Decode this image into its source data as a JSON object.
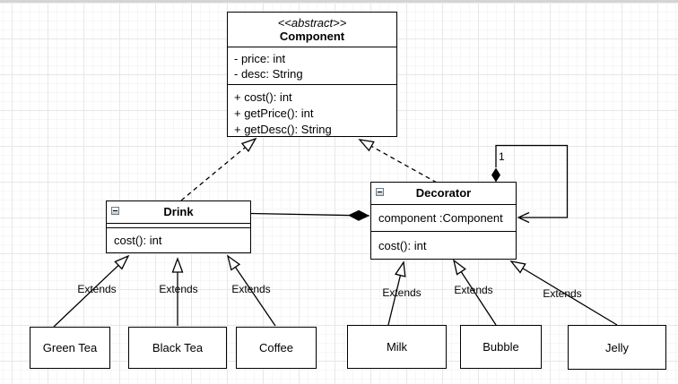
{
  "classes": {
    "component": {
      "stereotype": "<<abstract>>",
      "name": "Component",
      "attributes": [
        "- price: int",
        "- desc: String"
      ],
      "methods": [
        "+ cost(): int",
        "+ getPrice(): int",
        "+ getDesc(): String"
      ]
    },
    "drink": {
      "name": "Drink",
      "attributes": [],
      "methods": [
        "cost(): int"
      ]
    },
    "decorator": {
      "name": "Decorator",
      "attributes": [
        "component :Component"
      ],
      "methods": [
        "cost(): int"
      ]
    }
  },
  "concrete_classes": [
    "Green Tea",
    "Black Tea",
    "Coffee",
    "Milk",
    "Bubble",
    "Jelly"
  ],
  "edge_labels": {
    "extends": "Extends",
    "multiplicity": "1"
  },
  "relationships": [
    {
      "from": "Drink",
      "to": "Component",
      "type": "realization"
    },
    {
      "from": "Decorator",
      "to": "Component",
      "type": "realization"
    },
    {
      "from": "Drink",
      "to": "Decorator",
      "type": "composition"
    },
    {
      "from": "Decorator",
      "to": "Decorator",
      "type": "self-composition",
      "multiplicity": "1"
    },
    {
      "from": "Green Tea",
      "to": "Drink",
      "type": "generalization",
      "label": "Extends"
    },
    {
      "from": "Black Tea",
      "to": "Drink",
      "type": "generalization",
      "label": "Extends"
    },
    {
      "from": "Coffee",
      "to": "Drink",
      "type": "generalization",
      "label": "Extends"
    },
    {
      "from": "Milk",
      "to": "Decorator",
      "type": "generalization",
      "label": "Extends"
    },
    {
      "from": "Bubble",
      "to": "Decorator",
      "type": "generalization",
      "label": "Extends"
    },
    {
      "from": "Jelly",
      "to": "Decorator",
      "type": "generalization",
      "label": "Extends"
    }
  ]
}
